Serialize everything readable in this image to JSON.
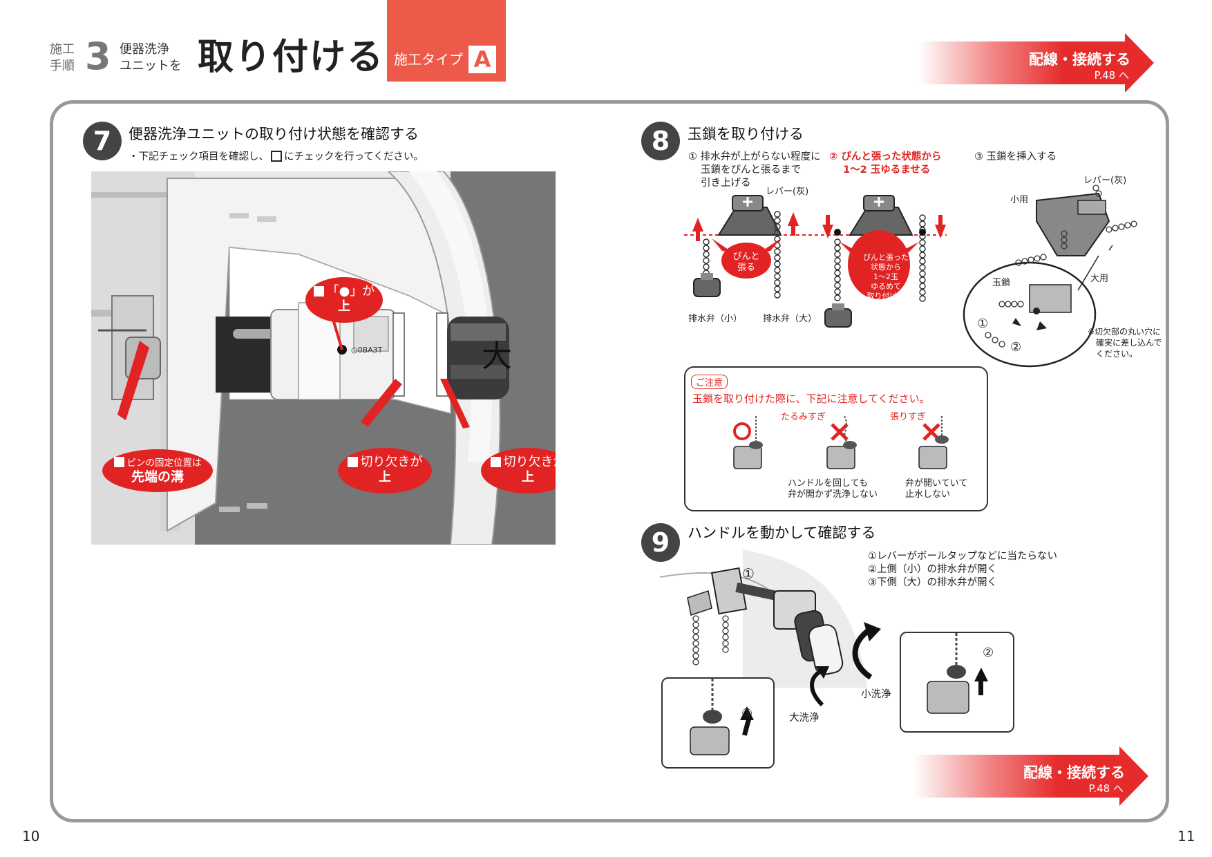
{
  "header": {
    "step_label_1": "施工",
    "step_label_2": "手順",
    "step_number": "3",
    "step_sub_1": "便器洗浄",
    "step_sub_2": "ユニットを",
    "title": "取り付ける",
    "type_label": "施工タイプ",
    "type_letter": "A"
  },
  "nav": {
    "label": "配線・接続する",
    "page": "P.48 へ"
  },
  "section7": {
    "number": "7",
    "title": "便器洗浄ユニットの取り付け状態を確認する",
    "note_before": "・下記チェック項目を確認し、",
    "note_after": "にチェックを行ってください。",
    "callouts": {
      "dot_line1": "「●」が",
      "dot_line2": "上",
      "pin_line1": "ピンの固定位置は",
      "pin_line2": "先端の溝",
      "notch_a_line1": "切り欠きが",
      "notch_a_line2": "上",
      "notch_b_line1": "切り欠きが",
      "notch_b_line2": "上"
    },
    "photo_text_serial": "○0ВАЗТ",
    "photo_text_big": "大"
  },
  "section8": {
    "number": "8",
    "title": "玉鎖を取り付ける",
    "step1_line1": "① 排水弁が上がらない程度に",
    "step1_line2": "玉鎖をぴんと張るまで",
    "step1_line3": "引き上げる",
    "step2_line1": "② ぴんと張った状態から",
    "step2_line2": "1〜2 玉ゆるませる",
    "step3": "③ 玉鎖を挿入する",
    "lever_label": "レバー(灰)",
    "lever_label_2": "レバー(灰)",
    "tight_bubble_1": "ぴんと",
    "tight_bubble_2": "張る",
    "loose_bubble_1": "ぴんと張った",
    "loose_bubble_2": "状態から",
    "loose_bubble_3": "1〜2玉",
    "loose_bubble_4": "ゆるめて",
    "loose_bubble_5": "取り付ける",
    "valve_small": "排水弁（小）",
    "valve_large": "排水弁（大）",
    "small_use": "小用",
    "large_use": "大用",
    "chain_label": "玉鎖",
    "circle1": "①",
    "circle2": "②",
    "notch_note_1": "※切欠部の丸い穴に",
    "notch_note_2": "確実に差し込んで",
    "notch_note_3": "ください。"
  },
  "caution": {
    "tag": "ご注意",
    "text": "玉鎖を取り付けた際に、下記に注意してください。",
    "too_slack": "たるみすぎ",
    "too_tight": "張りすぎ",
    "slack_desc_1": "ハンドルを回しても",
    "slack_desc_2": "弁が開かず洗浄しない",
    "tight_desc_1": "弁が開いていて",
    "tight_desc_2": "止水しない"
  },
  "section9": {
    "number": "9",
    "title": "ハンドルを動かして確認する",
    "check1": "①レバーがボールタップなどに当たらない",
    "check2": "②上側（小）の排水弁が開く",
    "check3": "③下側（大）の排水弁が開く",
    "small_flush": "小洗浄",
    "large_flush": "大洗浄",
    "c1": "①",
    "c2": "②",
    "c3": "③"
  },
  "pages": {
    "left": "10",
    "right": "11"
  },
  "colors": {
    "accent_red": "#e22323",
    "header_red": "#ee5a4a",
    "frame_gray": "#999999"
  }
}
